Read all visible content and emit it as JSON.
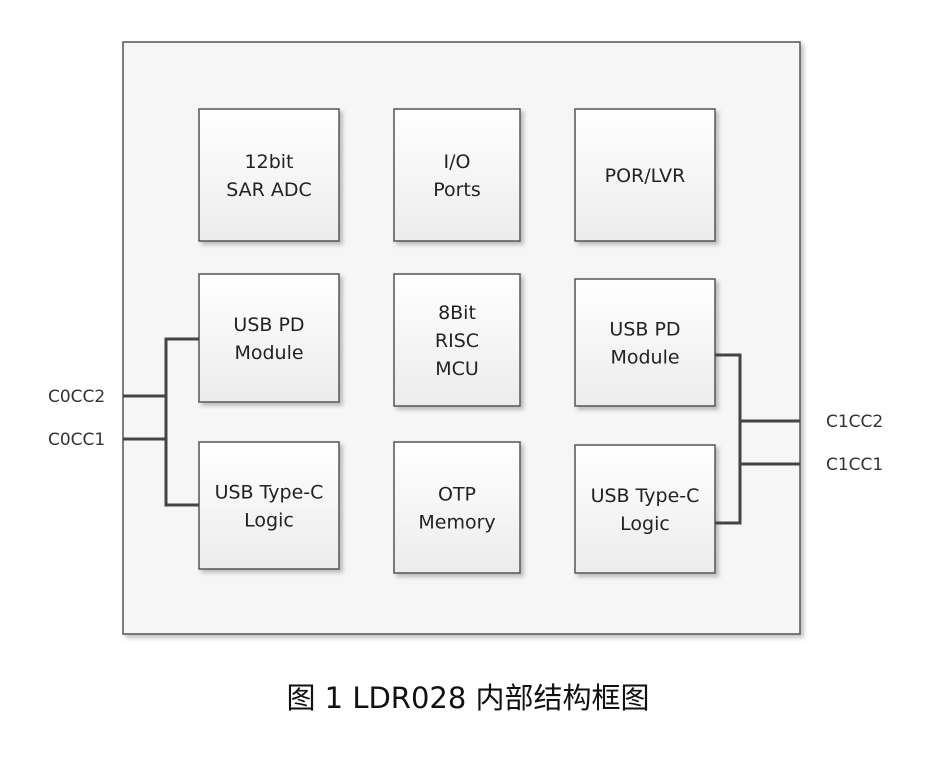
{
  "blocks": [
    {
      "id": "adc",
      "lines": [
        "12bit",
        "SAR ADC"
      ]
    },
    {
      "id": "io",
      "lines": [
        "I/O",
        "Ports"
      ]
    },
    {
      "id": "por",
      "lines": [
        "POR/LVR"
      ]
    },
    {
      "id": "pd-left",
      "lines": [
        "USB PD",
        "Module"
      ]
    },
    {
      "id": "mcu",
      "lines": [
        "8Bit",
        "RISC",
        "MCU"
      ]
    },
    {
      "id": "pd-right",
      "lines": [
        "USB PD",
        "Module"
      ]
    },
    {
      "id": "typec-left",
      "lines": [
        "USB Type-C",
        "Logic"
      ]
    },
    {
      "id": "otp",
      "lines": [
        "OTP",
        "Memory"
      ]
    },
    {
      "id": "typec-right",
      "lines": [
        "USB Type-C",
        "Logic"
      ]
    }
  ],
  "pins": {
    "c0cc2": "C0CC2",
    "c0cc1": "C0CC1",
    "c1cc2": "C1CC2",
    "c1cc1": "C1CC1"
  },
  "caption": "图 1 LDR028 内部结构框图"
}
